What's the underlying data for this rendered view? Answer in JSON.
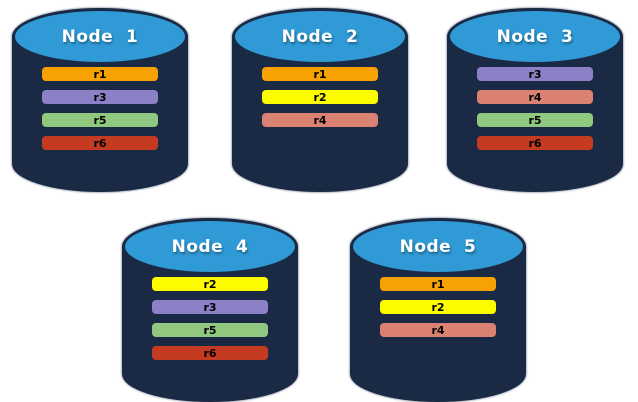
{
  "colors": {
    "background": "#ffffff",
    "cylinder_body": "#1b2a44",
    "cylinder_top": "#2f9ad6",
    "outline": "#9aa4b4",
    "node_label_text": "#ffffff",
    "bar_label_text": "#000000",
    "replicas": {
      "r1": "#f7a102",
      "r2": "#fdfd00",
      "r3": "#8c80c6",
      "r4": "#da8172",
      "r5": "#8fc87e",
      "r6": "#c43b22"
    }
  },
  "nodes": [
    {
      "label": "Node  1",
      "replicas": [
        "r1",
        "r3",
        "r5",
        "r6"
      ]
    },
    {
      "label": "Node  2",
      "replicas": [
        "r1",
        "r2",
        "r4"
      ]
    },
    {
      "label": "Node  3",
      "replicas": [
        "r3",
        "r4",
        "r5",
        "r6"
      ]
    },
    {
      "label": "Node  4",
      "replicas": [
        "r2",
        "r3",
        "r5",
        "r6"
      ]
    },
    {
      "label": "Node  5",
      "replicas": [
        "r1",
        "r2",
        "r4"
      ]
    }
  ]
}
